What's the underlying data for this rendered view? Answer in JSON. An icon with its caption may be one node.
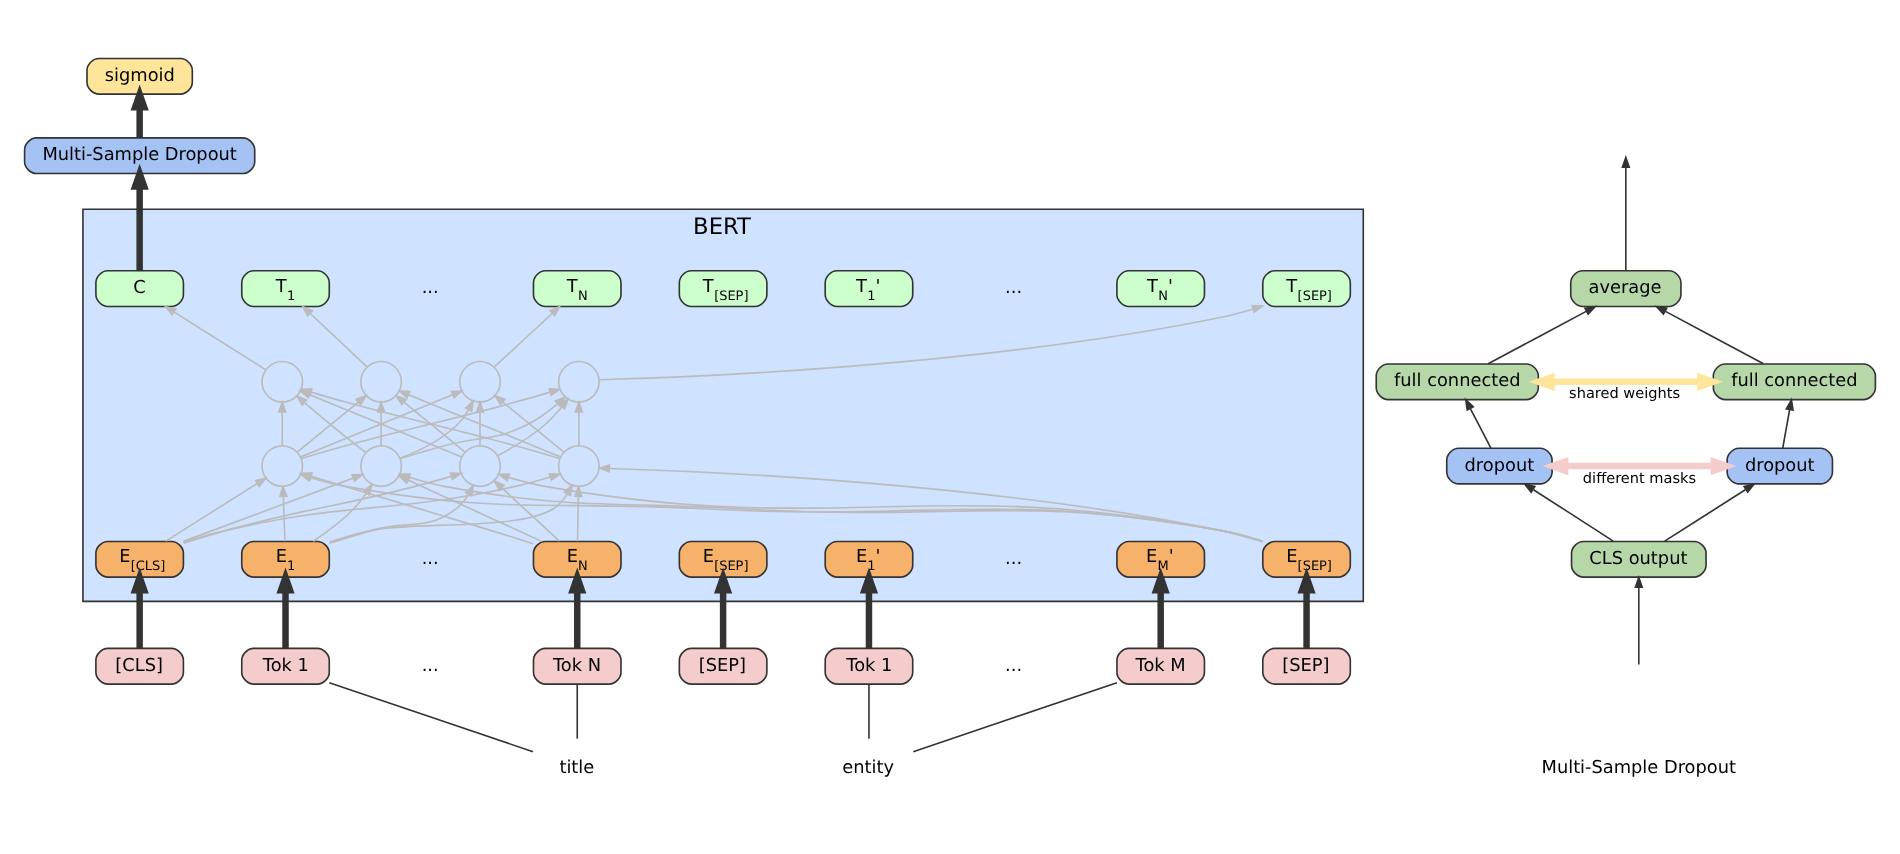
{
  "diagram": {
    "nodes": [
      {
        "text": [
          "sigmoid"
        ]
      },
      {
        "text": [
          "Multi-Sample Dropout"
        ]
      },
      {
        "text": [
          "BERT"
        ]
      },
      {
        "text": [
          "C"
        ],
        "in": 2
      },
      {
        "text": [
          "T$_{1}$"
        ],
        "in": 2
      },
      {
        "text": [
          "T$_{N}$"
        ],
        "in": 2
      },
      {
        "text": [
          "T$_{[SEP]}$"
        ],
        "in": 2
      },
      {
        "text": [
          "T$_{1}$'"
        ],
        "in": 2
      },
      {
        "text": [
          "T$_{N}$'"
        ],
        "in": 2
      },
      {
        "text": [
          "T$_{[SEP]}$"
        ],
        "in": 2
      },
      {
        "text": [],
        "shape": "circle",
        "in": 2
      },
      {
        "text": [],
        "shape": "circle",
        "in": 2
      },
      {
        "text": [],
        "shape": "circle",
        "in": 2
      },
      {
        "text": [],
        "shape": "circle",
        "in": 2
      },
      {
        "text": [],
        "shape": "circle",
        "in": 2
      },
      {
        "text": [],
        "shape": "circle",
        "in": 2
      },
      {
        "text": [],
        "shape": "circle",
        "in": 2
      },
      {
        "text": [],
        "shape": "circle",
        "in": 2
      },
      {
        "text": [
          "E$_{[CLS]}$"
        ],
        "in": 2
      },
      {
        "text": [
          "E$_{1}$"
        ],
        "in": 2
      },
      {
        "text": [
          "E$_{N}$"
        ],
        "in": 2
      },
      {
        "text": [
          "E$_{[SEP]}$"
        ],
        "in": 2
      },
      {
        "text": [
          "E$_{1}$'"
        ],
        "in": 2
      },
      {
        "text": [
          "E$_{M}$'"
        ],
        "in": 2
      },
      {
        "text": [
          "E$_{[SEP]}$"
        ],
        "in": 2
      },
      {
        "text": [
          "[CLS]"
        ]
      },
      {
        "text": [
          "Tok 1"
        ]
      },
      {
        "text": [
          "Tok N"
        ]
      },
      {
        "text": [
          "[SEP]"
        ]
      },
      {
        "text": [
          "Tok 1"
        ]
      },
      {
        "text": [
          "Tok M"
        ]
      },
      {
        "text": [
          "[SEP]"
        ]
      },
      {
        "text": [
          "title"
        ]
      },
      {
        "text": [
          "entity"
        ]
      },
      {
        "text": [
          "average"
        ]
      },
      {
        "text": [
          "full connected"
        ]
      },
      {
        "text": [
          "full connected"
        ]
      },
      {
        "text": [
          "dropout"
        ]
      },
      {
        "text": [
          "dropout"
        ]
      },
      {
        "text": [
          "CLS output"
        ]
      }
    ],
    "edges": [
      {
        "from": 1,
        "to": 0,
        "arrow": "to",
        "style": "thick",
        "color": "#333333"
      },
      {
        "from": 3,
        "to": 1,
        "arrow": "to",
        "style": "thick",
        "color": "#333333"
      },
      {
        "from": 25,
        "to": 18,
        "arrow": "to",
        "style": "thick",
        "color": "#333333"
      },
      {
        "from": 26,
        "to": 19,
        "arrow": "to",
        "style": "thick",
        "color": "#333333"
      },
      {
        "from": 27,
        "to": 20,
        "arrow": "to",
        "style": "thick",
        "color": "#333333"
      },
      {
        "from": 28,
        "to": 21,
        "arrow": "to",
        "style": "thick",
        "color": "#333333"
      },
      {
        "from": 29,
        "to": 22,
        "arrow": "to",
        "style": "thick",
        "color": "#333333"
      },
      {
        "from": 30,
        "to": 23,
        "arrow": "to",
        "style": "thick",
        "color": "#333333"
      },
      {
        "from": 31,
        "to": 24,
        "arrow": "to",
        "style": "thick",
        "color": "#333333"
      },
      {
        "from": 18,
        "to": 14,
        "arrow": "to"
      },
      {
        "from": 18,
        "to": 15,
        "arrow": "to"
      },
      {
        "from": 18,
        "to": 16,
        "arrow": "to"
      },
      {
        "from": 18,
        "to": 17,
        "arrow": "to"
      },
      {
        "from": 19,
        "to": 14,
        "arrow": "to"
      },
      {
        "from": 19,
        "to": 15,
        "arrow": "to"
      },
      {
        "from": 19,
        "to": 16,
        "arrow": "to"
      },
      {
        "from": 19,
        "to": 17,
        "arrow": "to"
      },
      {
        "from": 20,
        "to": 14,
        "arrow": "to"
      },
      {
        "from": 20,
        "to": 15,
        "arrow": "to"
      },
      {
        "from": 20,
        "to": 16,
        "arrow": "to"
      },
      {
        "from": 20,
        "to": 17,
        "arrow": "to"
      },
      {
        "from": 24,
        "to": 14,
        "arrow": "to"
      },
      {
        "from": 24,
        "to": 15,
        "arrow": "to"
      },
      {
        "from": 24,
        "to": 16,
        "arrow": "to"
      },
      {
        "from": 24,
        "to": 17,
        "arrow": "to"
      },
      {
        "from": 14,
        "to": 10,
        "arrow": "to"
      },
      {
        "from": 14,
        "to": 11,
        "arrow": "to"
      },
      {
        "from": 14,
        "to": 12,
        "arrow": "to"
      },
      {
        "from": 14,
        "to": 13,
        "arrow": "to"
      },
      {
        "from": 15,
        "to": 10,
        "arrow": "to"
      },
      {
        "from": 15,
        "to": 11,
        "arrow": "to"
      },
      {
        "from": 15,
        "to": 12,
        "arrow": "to"
      },
      {
        "from": 15,
        "to": 13,
        "arrow": "to"
      },
      {
        "from": 16,
        "to": 10,
        "arrow": "to"
      },
      {
        "from": 16,
        "to": 11,
        "arrow": "to"
      },
      {
        "from": 16,
        "to": 12,
        "arrow": "to"
      },
      {
        "from": 16,
        "to": 13,
        "arrow": "to"
      },
      {
        "from": 17,
        "to": 10,
        "arrow": "to"
      },
      {
        "from": 17,
        "to": 11,
        "arrow": "to"
      },
      {
        "from": 17,
        "to": 12,
        "arrow": "to"
      },
      {
        "from": 17,
        "to": 13,
        "arrow": "to"
      },
      {
        "from": 10,
        "to": 3,
        "arrow": "to"
      },
      {
        "from": 11,
        "to": 4,
        "arrow": "to"
      },
      {
        "from": 12,
        "to": 5,
        "arrow": "to"
      },
      {
        "from": 13,
        "to": 9,
        "arrow": "to"
      },
      {
        "from": 26,
        "to": 32,
        "arrow": "none",
        "color": "#333333"
      },
      {
        "from": 27,
        "to": 32,
        "arrow": "none",
        "color": "#333333"
      },
      {
        "from": 29,
        "to": 33,
        "arrow": "none",
        "color": "#333333"
      },
      {
        "from": 30,
        "to": 33,
        "arrow": "none",
        "color": "#333333"
      },
      {
        "from": 34,
        "to": null,
        "arrow": "to",
        "color": "#333333"
      },
      {
        "from": 35,
        "to": 34,
        "arrow": "to",
        "color": "#333333"
      },
      {
        "from": 36,
        "to": 34,
        "arrow": "to",
        "color": "#333333"
      },
      {
        "from": 35,
        "to": 36,
        "arrow": "both",
        "label": "shared weights",
        "style": "thick",
        "color": "#ffe599"
      },
      {
        "from": 37,
        "to": 35,
        "arrow": "to",
        "color": "#333333"
      },
      {
        "from": 38,
        "to": 36,
        "arrow": "to",
        "color": "#333333"
      },
      {
        "from": 37,
        "to": 38,
        "arrow": "both",
        "label": "different masks",
        "style": "thick",
        "color": "#f4cccc"
      },
      {
        "from": 39,
        "to": 37,
        "arrow": "to",
        "color": "#333333"
      },
      {
        "from": 39,
        "to": 38,
        "arrow": "to",
        "color": "#333333"
      },
      {
        "from": null,
        "to": 39,
        "arrow": "to",
        "color": "#333333"
      }
    ],
    "labels": [
      "...",
      "...",
      "...",
      "...",
      "...",
      "...",
      "Multi-Sample Dropout"
    ]
  }
}
